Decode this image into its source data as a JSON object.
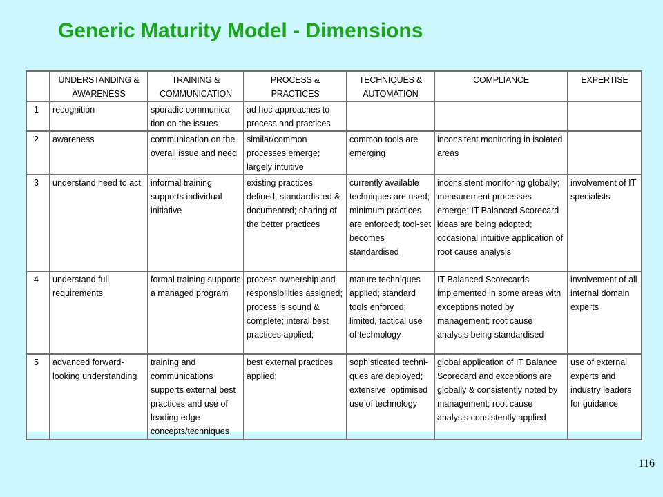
{
  "title": "Generic Maturity Model - Dimensions",
  "page_number": "116",
  "table": {
    "headers": [
      "",
      "UNDERSTANDING & AWARENESS",
      "TRAINING & COMMUNICATION",
      "PROCESS & PRACTICES",
      "TECHNIQUES & AUTOMATION",
      "COMPLIANCE",
      "EXPERTISE"
    ],
    "rows": [
      [
        "1",
        "recognition",
        "sporadic communica-tion on the issues",
        "ad hoc approaches to process and practices",
        "",
        "",
        ""
      ],
      [
        "2",
        "awareness",
        "communication on the overall issue and need",
        "similar/common processes emerge; largely intuitive",
        "common tools are emerging",
        "inconsitent monitoring in isolated areas",
        ""
      ],
      [
        "3",
        "understand need to act",
        "informal training supports individual initiative",
        "existing practices defined, standardis-ed & documented; sharing of the better practices",
        "currently available techniques are used; minimum practices are enforced; tool-set becomes standardised",
        "inconsistent monitoring globally; measurement processes emerge; IT Balanced Scorecard ideas are being adopted; occasional intuitive application of root cause analysis",
        "involvement of IT specialists"
      ],
      [
        "4",
        "understand full requirements",
        "formal training supports a managed program",
        "process ownership and responsibilities assigned; process is sound & complete; interal best practices applied;",
        "mature techniques applied; standard tools enforced; limited, tactical use of technology",
        "IT Balanced Scorecards implemented in some areas with exceptions  noted by management; root cause analysis being standardised",
        "involvement of all internal domain experts"
      ],
      [
        "5",
        "advanced forward-looking understanding",
        "training and communications supports external best practices and use of leading edge concepts/techniques",
        "best external practices applied;",
        "sophisticated techni-ques are deployed; extensive, optimised use of technology",
        "global application of IT Balance Scorecard and exceptions are globally & consistently noted by management; root cause analysis consistently applied",
        "use of external experts and industry leaders for guidance"
      ]
    ]
  }
}
